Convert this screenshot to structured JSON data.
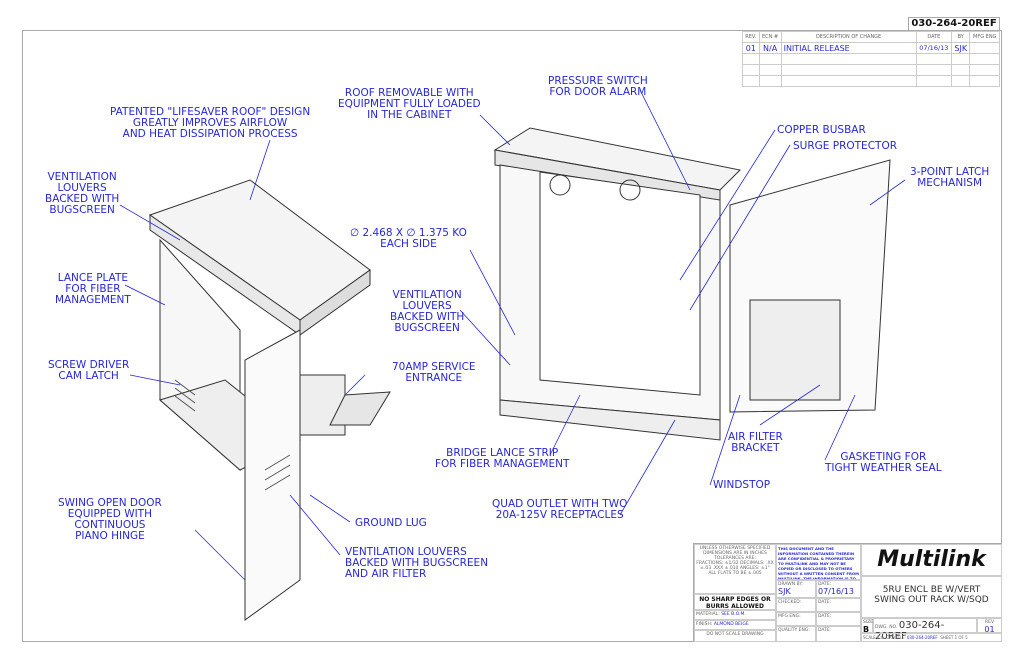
{
  "drawing_number": "030-264-20REF",
  "revision_table": {
    "headers": [
      "REV.",
      "ECN #",
      "DESCRIPTION OF CHANGE",
      "DATE",
      "BY",
      "MFG ENG"
    ],
    "rows": [
      [
        "01",
        "N/A",
        "INITIAL RELEASE",
        "07/16/13",
        "SJK",
        ""
      ]
    ]
  },
  "callouts": {
    "roof_design": "PATENTED \"LIFESAVER ROOF\" DESIGN\nGREATLY IMPROVES AIRFLOW\nAND HEAT DISSIPATION PROCESS",
    "vent_louvers_left": "VENTILATION\nLOUVERS\nBACKED WITH\nBUGSCREEN",
    "lance_plate": "LANCE PLATE\nFOR FIBER\nMANAGEMENT",
    "cam_latch": "SCREW DRIVER\nCAM LATCH",
    "swing_door": "SWING OPEN DOOR\nEQUIPPED WITH\nCONTINUOUS\nPIANO HINGE",
    "ground_lug": "GROUND LUG",
    "vent_louvers_filter": "VENTILATION LOUVERS\nBACKED WITH BUGSCREEN\nAND AIR FILTER",
    "roof_removable": "ROOF REMOVABLE WITH\nEQUIPMENT FULLY LOADED\nIN THE CABINET",
    "knockout": "∅ 2.468 X ∅ 1.375 KO\nEACH SIDE",
    "vent_louvers_mid": "VENTILATION\nLOUVERS\nBACKED WITH\nBUGSCREEN",
    "service_entrance": "70AMP SERVICE\nENTRANCE",
    "pressure_switch": "PRESSURE SWITCH\nFOR DOOR ALARM",
    "copper_busbar": "COPPER BUSBAR",
    "surge_protector": "SURGE PROTECTOR",
    "latch": "3-POINT LATCH\nMECHANISM",
    "bridge_lance": "BRIDGE LANCE STRIP\nFOR FIBER MANAGEMENT",
    "quad_outlet": "QUAD OUTLET WITH TWO\n20A-125V RECEPTACLES",
    "windstop": "WINDSTOP",
    "air_filter": "AIR FILTER\nBRACKET",
    "gasketing": "GASKETING FOR\nTIGHT WEATHER SEAL"
  },
  "title_block": {
    "tolerances": "UNLESS OTHERWISE SPECIFIED\nDIMENSIONS ARE IN INCHES\nTOLERANCES ARE:",
    "fractional": "FRACTIONS: ±1/32",
    "decimal": "DECIMALS: .XX ±.03  .XXX ±.010",
    "angular": "ANGLES: ±1°",
    "flats": "ALL FLATS TO BE ±.005",
    "no_sharp": "NO SHARP EDGES OR\nBURRS ALLOWED",
    "material_label": "MATERIAL:",
    "material": "SEE B.O.M.",
    "finish_label": "FINISH:",
    "finish": "ALMOND BEIGE",
    "no_scale": "DO NOT SCALE DRAWING",
    "confidential": "THIS DOCUMENT AND THE INFORMATION CONTAINED THEREIN ARE CONFIDENTIAL & PROPRIETARY TO MULTILINK AND MAY NOT BE COPIED OR DISCLOSED TO OTHERS WITHOUT A WRITTEN CONSENT FROM MULTILINK. THE INFORMATION IS TO BE PROMPTLY RETURNED TO MULTILINK UPON REQUEST.",
    "drawn_by_label": "DRAWN BY:",
    "drawn_by": "SJK",
    "date_label": "DATE:",
    "date": "07/16/13",
    "checked_label": "CHECKED:",
    "mfg_eng_label": "MFG ENG:",
    "quality_label": "QUALITY ENG:",
    "logo": "Multilink",
    "title": "5RU ENCL BE W/VERT\nSWING OUT RACK W/SQD",
    "size_label": "SIZE",
    "size": "B",
    "dwg_no_label": "DWG. NO.",
    "dwg_no": "030-264-20REF",
    "rev_label": "REV",
    "rev": "01",
    "scale_label": "SCALE",
    "scale": "1:8",
    "cad_label": "CAD FILE:",
    "cad_file": "030-264-20REF",
    "sheet_label": "SHEET",
    "sheet": "1 OF 5"
  }
}
